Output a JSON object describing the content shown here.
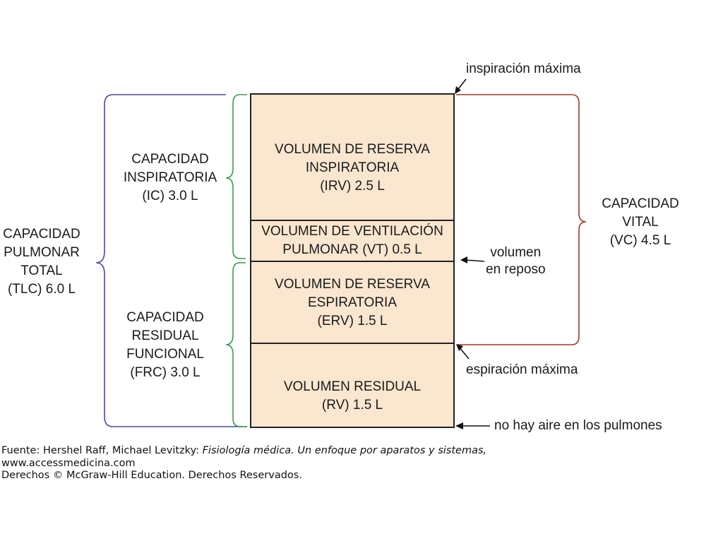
{
  "blocks": {
    "irv": [
      "VOLUMEN DE RESERVA",
      "INSPIRATORIA",
      "(IRV) 2.5 L"
    ],
    "vt": [
      "VOLUMEN DE VENTILACIÓN",
      "PULMONAR (VT) 0.5 L"
    ],
    "erv": [
      "VOLUMEN DE RESERVA",
      "ESPIRATORIA",
      "(ERV) 1.5 L"
    ],
    "rv": [
      "VOLUMEN RESIDUAL",
      "(RV) 1.5 L"
    ]
  },
  "capacities": {
    "tlc": [
      "CAPACIDAD",
      "PULMONAR",
      "TOTAL",
      "(TLC) 6.0 L"
    ],
    "ic": [
      "CAPACIDAD",
      "INSPIRATORIA",
      "(IC) 3.0 L"
    ],
    "frc": [
      "CAPACIDAD",
      "RESIDUAL",
      "FUNCIONAL",
      "(FRC) 3.0 L"
    ],
    "vc": [
      "CAPACIDAD",
      "VITAL",
      "(VC) 4.5 L"
    ]
  },
  "annotations": {
    "max_inspiration": "inspiración máxima",
    "rest_volume": [
      "volumen",
      "en reposo"
    ],
    "max_expiration": "espiración máxima",
    "no_air": "no hay aire en los pulmones"
  },
  "footer": {
    "source_prefix": "Fuente: Hershel Raff, Michael Levitzky: ",
    "book_title": "Fisiología médica. Un enfoque por aparatos y sistemas,",
    "url": "www.accessmedicina.com",
    "rights": "Derechos © McGraw-Hill Education. Derechos Reservados."
  },
  "colors": {
    "box_fill": "#fbe6cf",
    "tlc_brace": "#4a4a9a",
    "ic_frc_brace": "#3a9a4a",
    "vc_brace": "#a0382a"
  }
}
